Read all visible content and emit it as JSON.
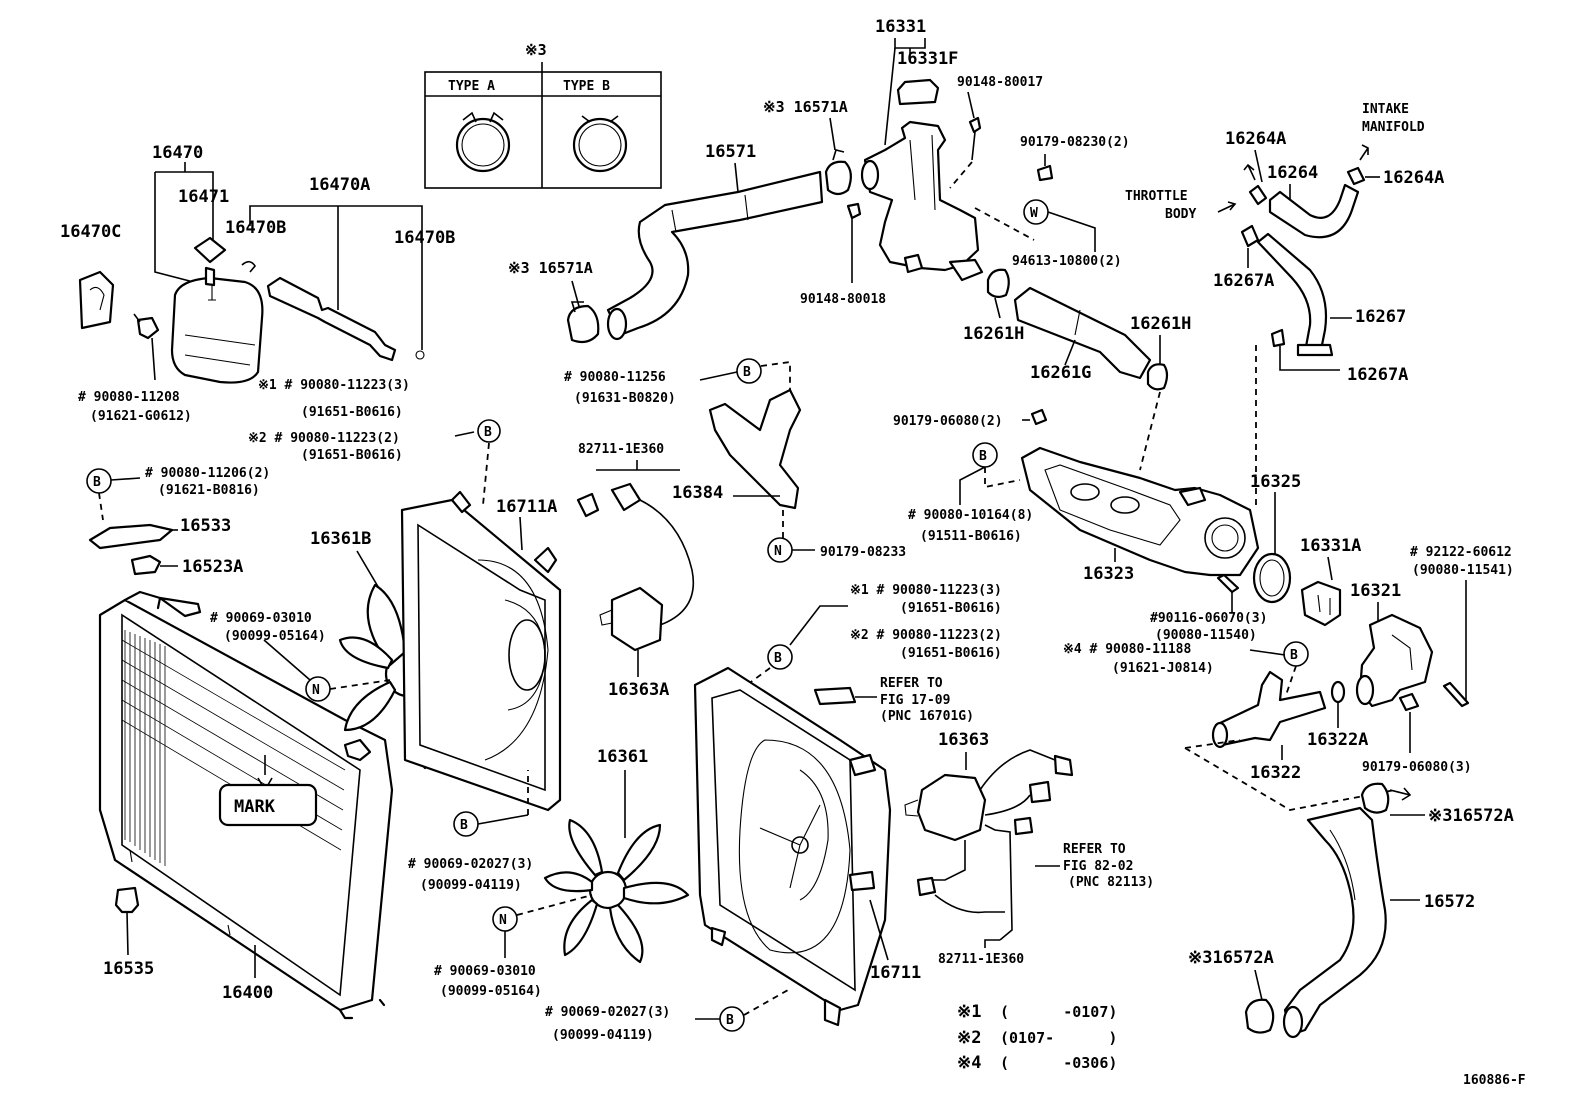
{
  "type_box": {
    "header": "※3",
    "type_a": "TYPE A",
    "type_b": "TYPE B"
  },
  "labels": {
    "p16470": "16470",
    "p16471": "16471",
    "p16470A": "16470A",
    "p16470B_1": "16470B",
    "p16470B_2": "16470B",
    "p16470C": "16470C",
    "b90080_11208": "# 90080-11208",
    "b91621_G0612": "(91621-G0612)",
    "n1_90080_11223": "※1 # 90080-11223(3)",
    "n1_91651_B0616": "(91651-B0616)",
    "n2_90080_11223": "※2 # 90080-11223(2)",
    "n2_91651_B0616": "(91651-B0616)",
    "b90080_11206": "# 90080-11206(2)",
    "b91621_B0816": "(91621-B0816)",
    "p16533": "16533",
    "p16523A": "16523A",
    "b90069_03010_a": "# 90069-03010",
    "b90099_05164_a": "(90099-05164)",
    "p16361B": "16361B",
    "p16711A": "16711A",
    "mark": "MARK",
    "p16535": "16535",
    "p16400": "16400",
    "b90069_02027_a": "# 90069-02027(3)",
    "b90099_04119_a": "(90099-04119)",
    "b90069_03010_b": "# 90069-03010",
    "b90099_05164_b": "(90099-05164)",
    "b90069_02027_b": "# 90069-02027(3)",
    "b90099_04119_b": "(90099-04119)",
    "p16361": "16361",
    "p16363A": "16363A",
    "p82711_1E360_a": "82711-1E360",
    "p16384": "16384",
    "b90080_11256": "# 90080-11256",
    "b91631_B0820": "(91631-B0820)",
    "b90179_08233": "90179-08233",
    "p16571": "16571",
    "p16571A_top": "※3 16571A",
    "p16571A_bot": "※3 16571A",
    "p16331": "16331",
    "p16331F": "16331F",
    "b90148_80017": "90148-80017",
    "b90148_80018": "90148-80018",
    "b90179_08230": "90179-08230(2)",
    "b94613_10800": "94613-10800(2)",
    "p16261H_1": "16261H",
    "p16261H_2": "16261H",
    "p16261G": "16261G",
    "b90179_06080_a": "90179-06080(2)",
    "p16264A_1": "16264A",
    "p16264A_2": "16264A",
    "p16264": "16264",
    "intake_1": "INTAKE",
    "intake_2": "MANIFOLD",
    "throttle_1": "THROTTLE",
    "throttle_2": "BODY",
    "p16267A_1": "16267A",
    "p16267": "16267",
    "p16267A_2": "16267A",
    "b90080_10164": "# 90080-10164(8)",
    "b91511_B0616": "(91511-B0616)",
    "p16323": "16323",
    "p16325": "16325",
    "p16331A": "16331A",
    "b92122_60612": "# 92122-60612",
    "b90080_11541": "(90080-11541)",
    "p16321": "16321",
    "b90116_06070": "#90116-06070(3)",
    "b90080_11540": "(90080-11540)",
    "n4_90080_11188": "※4 # 90080-11188",
    "n4_91621_J0814": "(91621-J0814)",
    "p16322A": "16322A",
    "p16322": "16322",
    "b90179_06080_b": "90179-06080(3)",
    "p16572A_1": "※316572A",
    "p16572": "16572",
    "p16572A_2": "※316572A",
    "n1_90080_11223_b": "※1 # 90080-11223(3)",
    "n1_91651_B0616_b": "(91651-B0616)",
    "n2_90080_11223_b": "※2 # 90080-11223(2)",
    "n2_91651_B0616_b": "(91651-B0616)",
    "refer1_1": "REFER TO",
    "refer1_2": "FIG 17-09",
    "refer1_3": "(PNC 16701G)",
    "p16363": "16363",
    "refer2_1": "REFER TO",
    "refer2_2": "FIG 82-02",
    "refer2_3": "(PNC 82113)",
    "p82711_1E360_b": "82711-1E360",
    "p16711": "16711",
    "fig_code": "160886-F"
  },
  "callouts": {
    "b": "B",
    "n": "N",
    "w": "W"
  },
  "notes": [
    {
      "mark": "※1",
      "text": "(      -0107)"
    },
    {
      "mark": "※2",
      "text": "(0107-      )"
    },
    {
      "mark": "※4",
      "text": "(      -0306)"
    }
  ]
}
